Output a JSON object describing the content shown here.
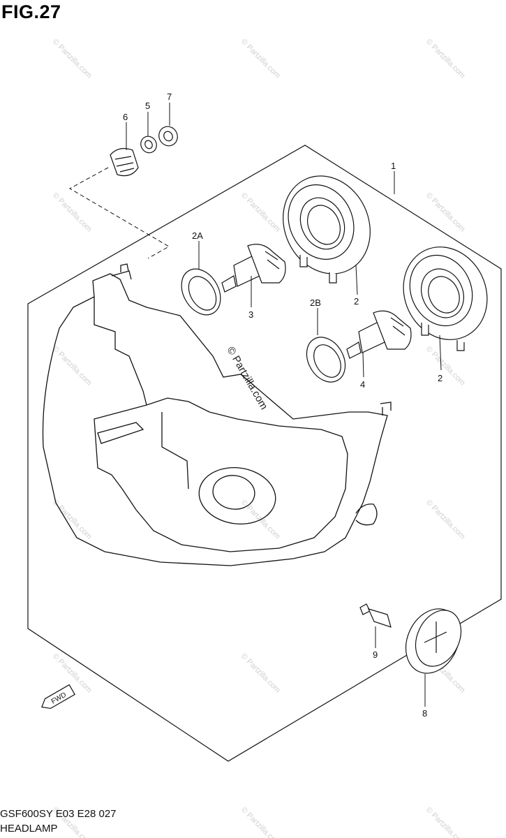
{
  "figure": {
    "title": "FIG.27",
    "model_code": "GSF600SY E03 E28  027",
    "section_name": "HEADLAMP"
  },
  "watermark": {
    "text": "© Partzilla.com"
  },
  "callouts": {
    "c1": "1",
    "c2a": "2",
    "c2b": "2",
    "c2A": "2A",
    "c2B": "2B",
    "c3": "3",
    "c4": "4",
    "c5": "5",
    "c6": "6",
    "c7": "7",
    "c8": "8",
    "c9": "9"
  },
  "fwd_arrow": {
    "label": "FWD"
  },
  "colors": {
    "line": "#111111",
    "watermark": "#cfcfcf",
    "background": "#ffffff"
  }
}
